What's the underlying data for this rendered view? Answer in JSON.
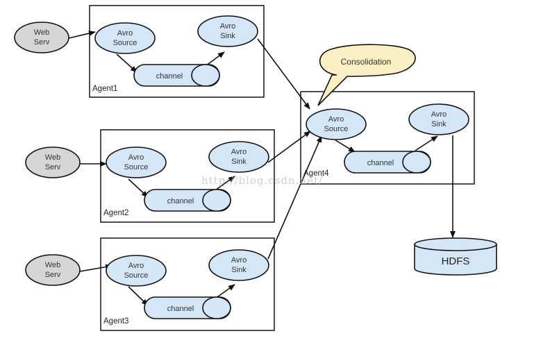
{
  "diagram": {
    "title": "Flume consolidation topology",
    "web_servers": [
      {
        "line1": "Web",
        "line2": "Serv"
      },
      {
        "line1": "Web",
        "line2": "Serv"
      },
      {
        "line1": "Web",
        "line2": "Serv"
      }
    ],
    "agents": [
      {
        "name": "Agent1",
        "source": {
          "line1": "Avro",
          "line2": "Source"
        },
        "channel": "channel",
        "sink": {
          "line1": "Avro",
          "line2": "Sink"
        }
      },
      {
        "name": "Agent2",
        "source": {
          "line1": "Avro",
          "line2": "Source"
        },
        "channel": "channel",
        "sink": {
          "line1": "Avro",
          "line2": "Sink"
        }
      },
      {
        "name": "Agent3",
        "source": {
          "line1": "Avro",
          "line2": "Source"
        },
        "channel": "channel",
        "sink": {
          "line1": "Avro",
          "line2": "Sink"
        }
      },
      {
        "name": "Agent4",
        "source": {
          "line1": "Avro",
          "line2": "Source"
        },
        "channel": "channel",
        "sink": {
          "line1": "Avro",
          "line2": "Sink"
        }
      }
    ],
    "callout": "Consolidation",
    "storage": "HDFS",
    "watermark": "http://blog.csdn.net/",
    "colors": {
      "node_fill": "#d5e6f7",
      "web_fill": "#d6d6d6",
      "callout_fill": "#fbf0c3",
      "stroke": "#111111"
    }
  }
}
